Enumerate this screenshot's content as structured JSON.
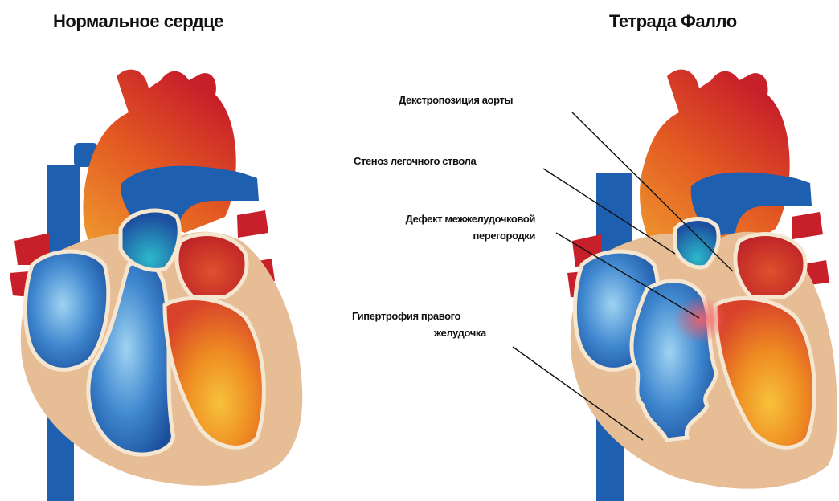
{
  "titles": {
    "normal": "Нормальное сердце",
    "tetralogy": "Тетрада Фалло"
  },
  "annotations": {
    "dextroposition": "Декстропозиция аорты",
    "stenosis": "Стеноз легочного ствола",
    "vsd_line1": "Дефект межжелудочковой",
    "vsd_line2": "перегородки",
    "rvh_line1": "Гипертрофия правого",
    "rvh_line2": "желудочка"
  },
  "colors": {
    "aorta_red": "#c8202a",
    "aorta_orange": "#e8731f",
    "vein_blue": "#1f5fb0",
    "chamber_blue": "#4f9ad8",
    "muscle_tan": "#e7bd96",
    "outline_cream": "#f4e6d0"
  }
}
